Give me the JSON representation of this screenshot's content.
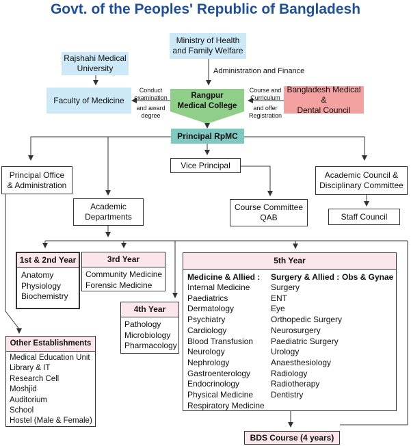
{
  "title": "Govt. of the Peoples' Republic of Bangladesh",
  "ministry": [
    "Ministry of Health",
    "and Family Welfare"
  ],
  "admin_finance": "Administration and Finance",
  "rajshahi": [
    "Rajshahi Medical",
    "University"
  ],
  "faculty": "Faculty of Medicine",
  "conduct": [
    "Conduct",
    "examination",
    "and award",
    "degree"
  ],
  "college": [
    "Rangpur",
    "Medical College"
  ],
  "course_curriculum": [
    "Course and",
    "Curriculum",
    "and offer",
    "Registration"
  ],
  "bmdc": [
    "Bangladesh Medical &",
    "Dental Council"
  ],
  "principal": "Principal RpMC",
  "principal_office": [
    "Principal Office",
    "& Administration"
  ],
  "vice_principal": "Vice Principal",
  "academic_council": [
    "Academic Council &",
    "Disciplinary Committee"
  ],
  "academic_departments": [
    "Academic",
    "Departments"
  ],
  "course_committee": [
    "Course Committee",
    "QAB"
  ],
  "staff_council": "Staff Council",
  "year_1_2": {
    "title": "1st & 2nd Year",
    "items": [
      "Anatomy",
      "Physiology",
      "Biochemistry"
    ]
  },
  "year_3": {
    "title": "3rd Year",
    "items": [
      "Community Medicine",
      "Forensic Medicine"
    ]
  },
  "year_4": {
    "title": "4th Year",
    "items": [
      "Pathology",
      "Microbiology",
      "Pharmacology"
    ]
  },
  "year_5": {
    "title": "5th Year",
    "medicine_head": "Medicine & Allied :",
    "surgery_head": "Surgery & Allied :",
    "obs_head": "Obs & Gynae",
    "medicine": [
      "Internal Medicine",
      "Paediatrics",
      "Dermatology",
      "Psychiatry",
      "Cardiology",
      "Blood Transfusion",
      "Neurology",
      "Nephrology",
      "Gastroenterology",
      "Endocrinology",
      "Physical Medicine",
      "Respiratory Medicine"
    ],
    "surgery": [
      "Surgery",
      "ENT",
      "Eye",
      "Orthopedic Surgery",
      "Neurosurgery",
      "Paediatric Surgery",
      "Urology",
      "Anaesthesiology",
      "Radiology",
      "Radiotherapy",
      "Dentistry"
    ]
  },
  "other": {
    "title": "Other Establishments",
    "items": [
      "Medical Education Unit",
      "Library & IT",
      "Research Cell",
      "Moshjid",
      "Auditorium",
      "School",
      "Hostel (Male & Female)"
    ]
  },
  "bds": "BDS Course (4 years)",
  "colors": {
    "title": "#1f4f9c",
    "blue_box": "#cde8f6",
    "green": "#8fcf8a",
    "teal": "#7ec8c0",
    "red": "#f3a1a1",
    "pink": "#fbe6ec"
  }
}
